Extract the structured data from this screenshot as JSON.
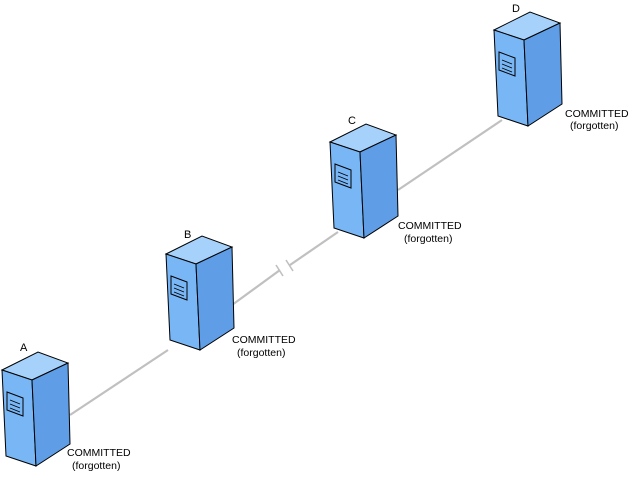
{
  "colors": {
    "server_front": "#79b6f5",
    "server_side": "#5f9ee6",
    "server_top": "#a6d1fb",
    "server_outline": "#000000",
    "link": "#c0c0c0"
  },
  "nodes": [
    {
      "id": "A",
      "label": "A",
      "status": "COMMITTED",
      "note": "(forgotten)"
    },
    {
      "id": "B",
      "label": "B",
      "status": "COMMITTED",
      "note": "(forgotten)"
    },
    {
      "id": "C",
      "label": "C",
      "status": "COMMITTED",
      "note": "(forgotten)"
    },
    {
      "id": "D",
      "label": "D",
      "status": "COMMITTED",
      "note": "(forgotten)"
    }
  ],
  "links": [
    {
      "from": "A",
      "to": "B",
      "broken": false
    },
    {
      "from": "B",
      "to": "C",
      "broken": true
    },
    {
      "from": "C",
      "to": "D",
      "broken": false
    }
  ]
}
